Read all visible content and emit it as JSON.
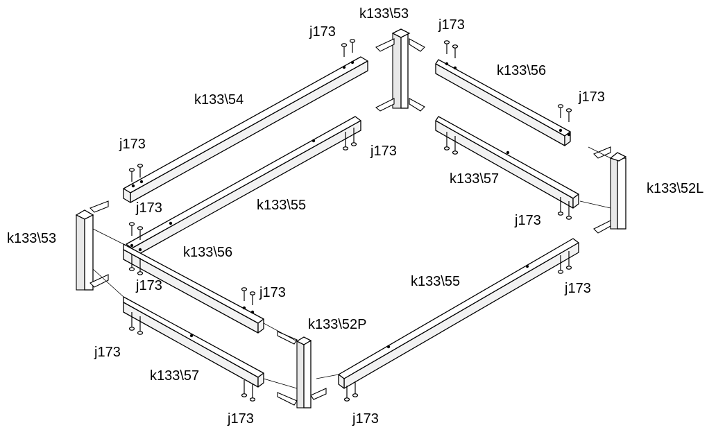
{
  "labels": {
    "top_corner_post": "k133\\53",
    "left_corner_post": "k133\\53",
    "corner_post_right": "k133\\52L",
    "corner_post_front": "k133\\52P",
    "back_left_upper_beam": "k133\\54",
    "back_right_upper_beam": "k133\\56",
    "front_left_upper_beam": "k133\\56",
    "back_left_lower_beam": "k133\\55",
    "front_right_lower_beam": "k133\\55",
    "back_right_lower_beam": "k133\\57",
    "front_left_lower_beam": "k133\\57",
    "screw": "j173"
  }
}
